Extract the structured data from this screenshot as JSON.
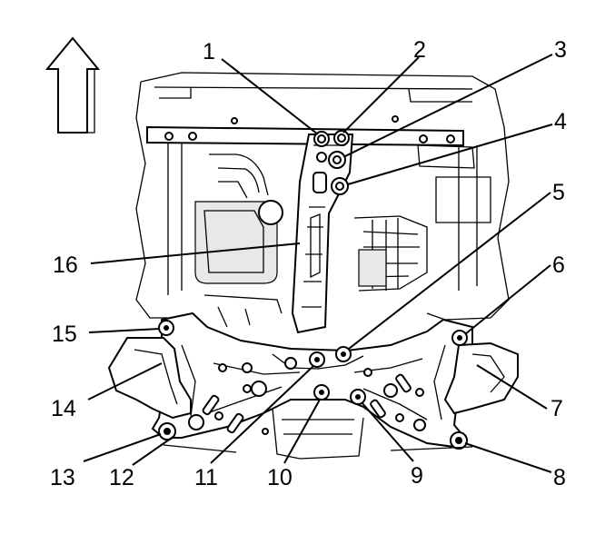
{
  "figure": {
    "direction_icon": "up-arrow-icon",
    "callouts": [
      {
        "id": "1",
        "label": "1"
      },
      {
        "id": "2",
        "label": "2"
      },
      {
        "id": "3",
        "label": "3"
      },
      {
        "id": "4",
        "label": "4"
      },
      {
        "id": "5",
        "label": "5"
      },
      {
        "id": "6",
        "label": "6"
      },
      {
        "id": "7",
        "label": "7"
      },
      {
        "id": "8",
        "label": "8"
      },
      {
        "id": "9",
        "label": "9"
      },
      {
        "id": "10",
        "label": "10"
      },
      {
        "id": "11",
        "label": "11"
      },
      {
        "id": "12",
        "label": "12"
      },
      {
        "id": "13",
        "label": "13"
      },
      {
        "id": "14",
        "label": "14"
      },
      {
        "id": "15",
        "label": "15"
      },
      {
        "id": "16",
        "label": "16"
      }
    ]
  }
}
